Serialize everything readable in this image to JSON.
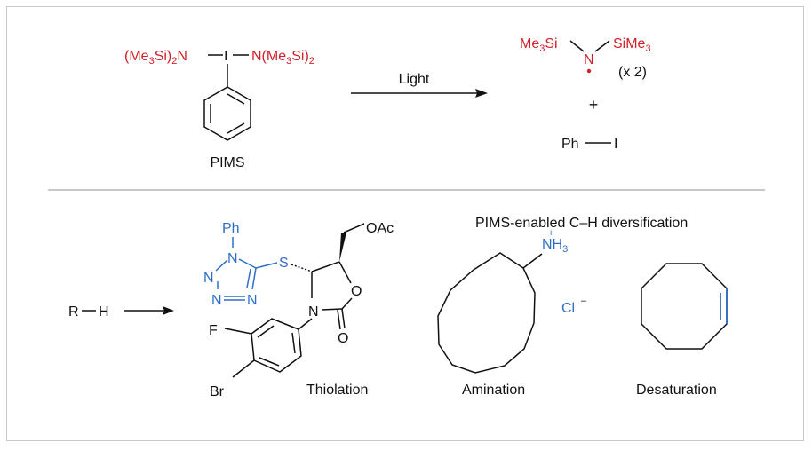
{
  "colors": {
    "red": "#d0202a",
    "blue": "#2f6fc6",
    "black": "#111111",
    "divider": "#c8c8c8"
  },
  "top": {
    "reagent": {
      "left_group": [
        "(Me",
        "3",
        "Si)",
        "2",
        "N"
      ],
      "iodine": "I",
      "right_group": [
        "N(Me",
        "3",
        "Si)",
        "2"
      ],
      "name": "PIMS"
    },
    "arrow_label": "Light",
    "radical": {
      "left": [
        "Me",
        "3",
        "Si"
      ],
      "n": "N",
      "right": [
        "SiMe",
        "3"
      ],
      "count": "(x 2)"
    },
    "plus": "+",
    "byproduct": {
      "ph": "Ph",
      "i": "I"
    }
  },
  "bottom": {
    "substrate": "R",
    "substrate_h": "H",
    "heading": "PIMS-enabled C–H diversification",
    "thiolation": {
      "label": "Thiolation",
      "ph": "Ph",
      "n_atoms": [
        "N",
        "N",
        "N",
        "N"
      ],
      "s": "S",
      "oac": "OAc",
      "ring_o": "O",
      "carbonyl_o": "O",
      "ring_n": "N",
      "f": "F",
      "br": "Br"
    },
    "amination": {
      "label": "Amination",
      "nh3": [
        "NH",
        "3"
      ],
      "plus": "+",
      "cl": "Cl",
      "minus": "–"
    },
    "desaturation": {
      "label": "Desaturation"
    }
  }
}
